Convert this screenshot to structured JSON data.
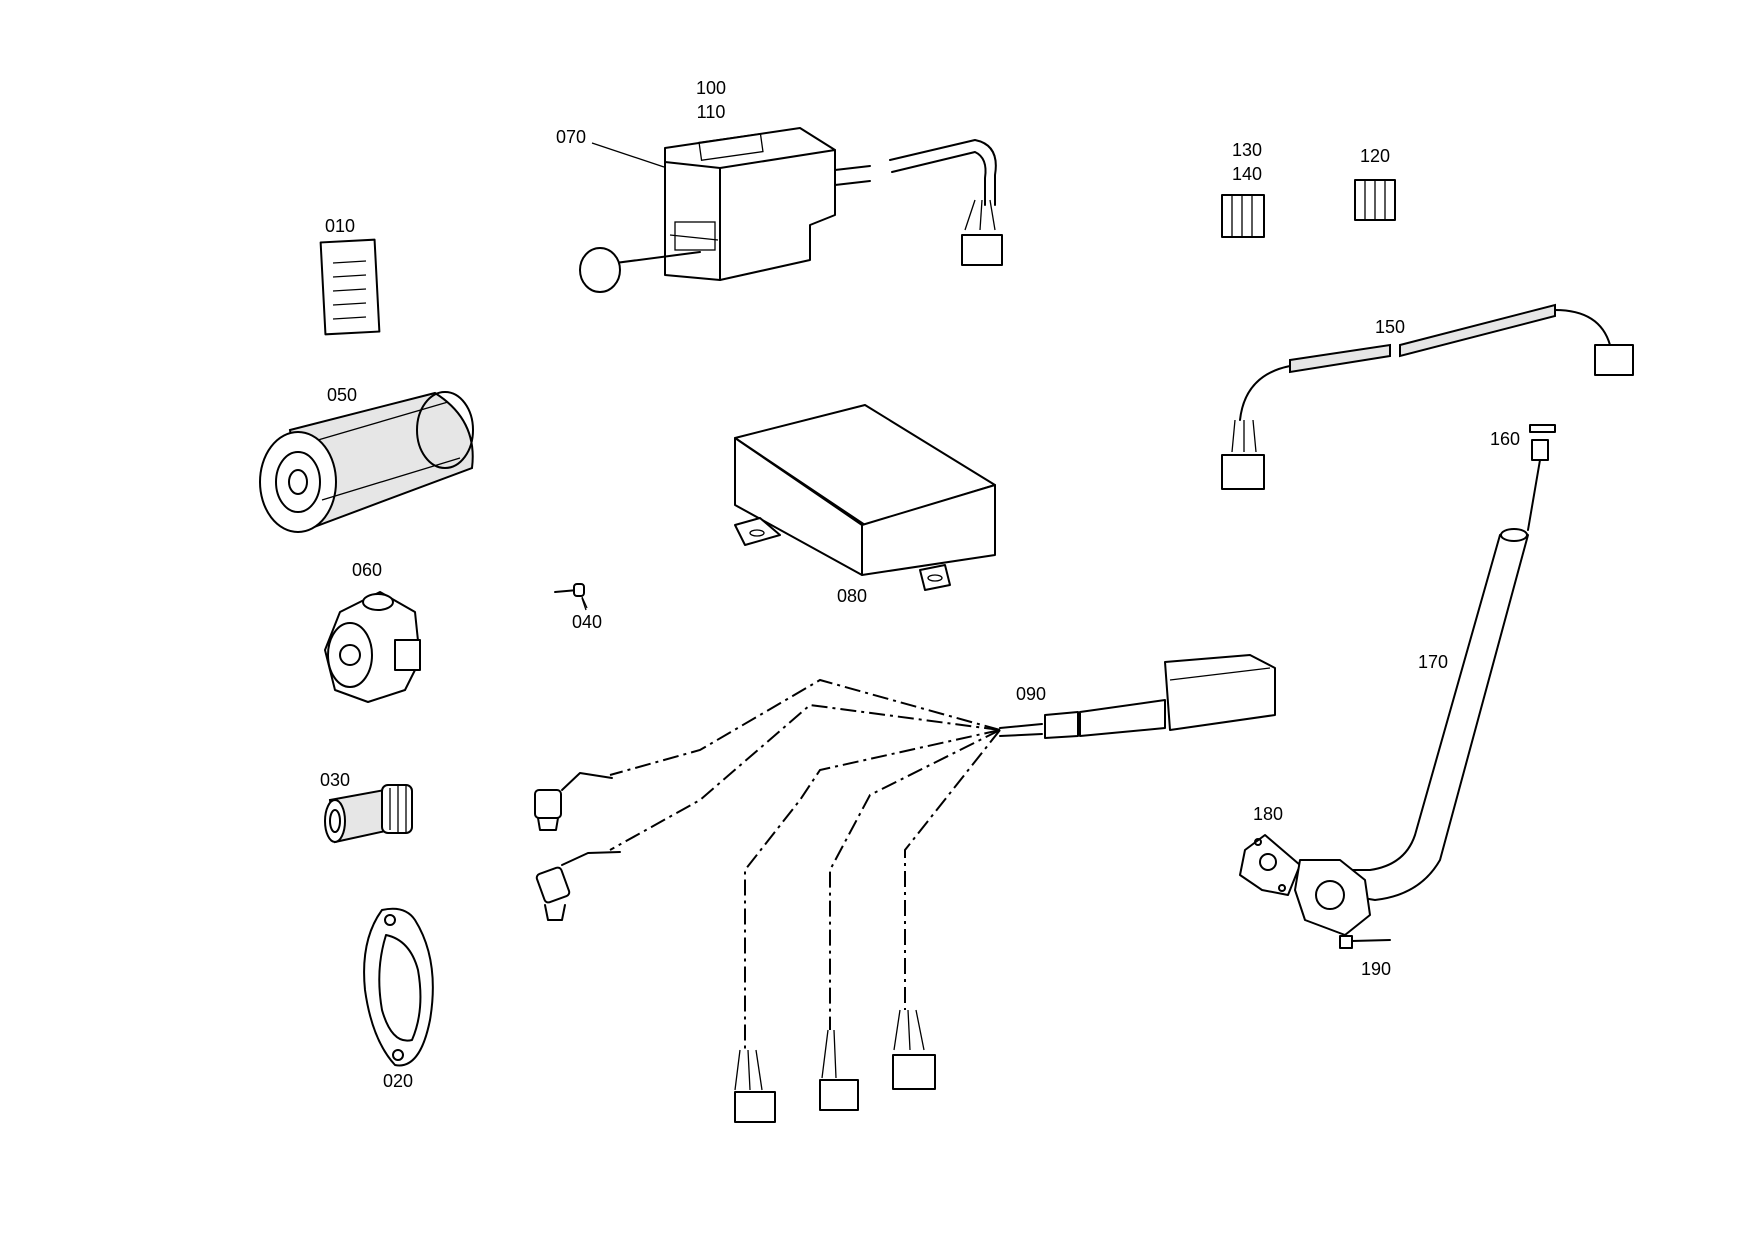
{
  "diagram": {
    "parts": [
      {
        "id": "p010",
        "labels": [
          "010"
        ]
      },
      {
        "id": "p020",
        "labels": [
          "020"
        ]
      },
      {
        "id": "p030",
        "labels": [
          "030"
        ]
      },
      {
        "id": "p040",
        "labels": [
          "040"
        ]
      },
      {
        "id": "p050",
        "labels": [
          "050"
        ]
      },
      {
        "id": "p060",
        "labels": [
          "060"
        ]
      },
      {
        "id": "p070",
        "labels": [
          "070"
        ]
      },
      {
        "id": "p080",
        "labels": [
          "080"
        ]
      },
      {
        "id": "p090",
        "labels": [
          "090"
        ]
      },
      {
        "id": "p100",
        "labels": [
          "100",
          "110"
        ]
      },
      {
        "id": "p120",
        "labels": [
          "120"
        ]
      },
      {
        "id": "p130",
        "labels": [
          "130",
          "140"
        ]
      },
      {
        "id": "p150",
        "labels": [
          "150"
        ]
      },
      {
        "id": "p160",
        "labels": [
          "160"
        ]
      },
      {
        "id": "p170",
        "labels": [
          "170"
        ]
      },
      {
        "id": "p180",
        "labels": [
          "180"
        ]
      },
      {
        "id": "p190",
        "labels": [
          "190"
        ]
      }
    ]
  }
}
